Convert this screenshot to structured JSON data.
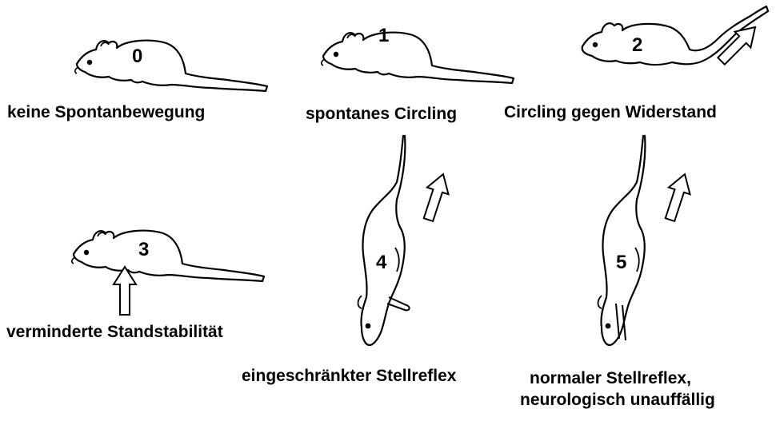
{
  "panels": [
    {
      "score": "0",
      "caption": "keine Spontanbewegung"
    },
    {
      "score": "1",
      "caption": "spontanes Circling"
    },
    {
      "score": "2",
      "caption": "Circling gegen Widerstand"
    },
    {
      "score": "3",
      "caption": "verminderte Standstabilität"
    },
    {
      "score": "4",
      "caption": "eingeschränkter Stellreflex"
    },
    {
      "score": "5",
      "caption": "normaler Stellreflex,",
      "caption_line2": "neurologisch unauffällig"
    }
  ]
}
